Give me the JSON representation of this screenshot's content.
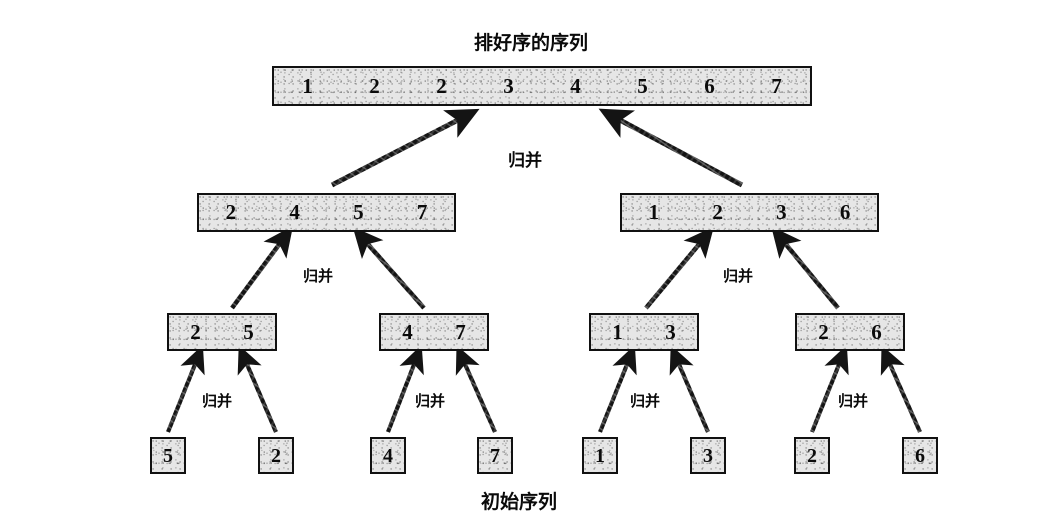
{
  "figure": {
    "title": "排好序的序列",
    "bottom_caption": "初始序列",
    "merge_label": "归并",
    "background_color": "#ffffff",
    "box_fill_color": "#e6e6e6",
    "box_border_color": "#111111",
    "ink_color": "#0a0a0a"
  },
  "levels": {
    "sorted": {
      "values": [
        "1",
        "2",
        "2",
        "3",
        "4",
        "5",
        "6",
        "7"
      ]
    },
    "level2": [
      {
        "values": [
          "2",
          "4",
          "5",
          "7"
        ]
      },
      {
        "values": [
          "1",
          "2",
          "3",
          "6"
        ]
      }
    ],
    "level3": [
      {
        "values": [
          "2",
          "5"
        ]
      },
      {
        "values": [
          "4",
          "7"
        ]
      },
      {
        "values": [
          "1",
          "3"
        ]
      },
      {
        "values": [
          "2",
          "6"
        ]
      }
    ],
    "leaves": [
      "5",
      "2",
      "4",
      "7",
      "1",
      "3",
      "2",
      "6"
    ]
  },
  "merge_labels": {
    "top": "归并",
    "level2_left": "归并",
    "level2_right": "归并",
    "leaf_1": "归并",
    "leaf_2": "归并",
    "leaf_3": "归并",
    "leaf_4": "归并"
  }
}
